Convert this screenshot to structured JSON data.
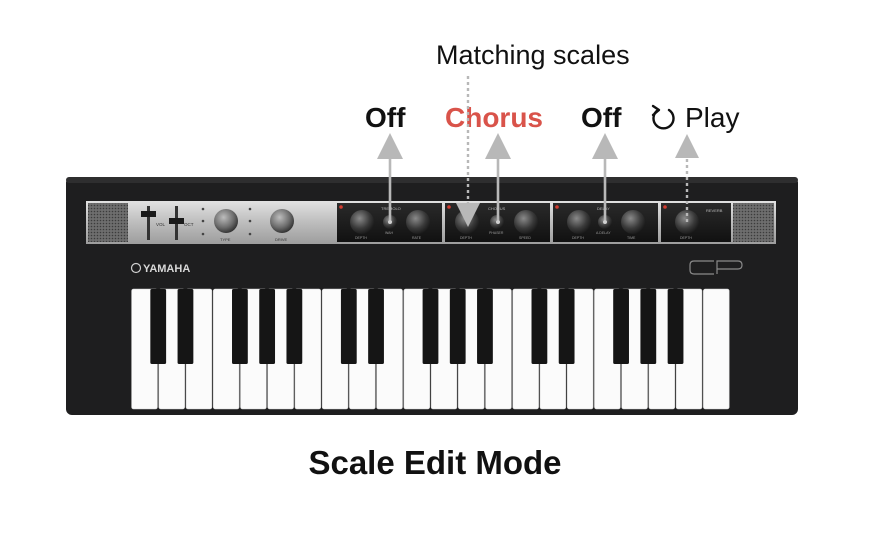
{
  "annotations": {
    "matching_scales": "Matching scales",
    "effect_labels": [
      {
        "text": "Off",
        "state": "off"
      },
      {
        "text": "Chorus",
        "state": "active"
      },
      {
        "text": "Off",
        "state": "off"
      }
    ],
    "play_label": "Play",
    "play_icon": "rotate-ccw-icon"
  },
  "instrument": {
    "brand": "YAMAHA",
    "model_logo": "CP",
    "panel_labels": {
      "tremolo": "TREMOLO",
      "chorus": "CHORUS",
      "delay": "DELAY",
      "reverb": "REVERB",
      "depth": "DEPTH",
      "wah": "WAH",
      "rate": "RATE",
      "phaser": "PHASER",
      "speed": "SPEED",
      "a_delay": "A.DELAY",
      "time": "TIME",
      "vol": "VOL",
      "oct": "OCT",
      "type": "TYPE",
      "drive": "DRIVE"
    }
  },
  "mode_title": "Scale Edit Mode",
  "colors": {
    "highlight": "#d9534a",
    "text": "#111111",
    "arrow": "#b8b8b8",
    "body": "#1e1e1f",
    "panel": "#c9c9c9"
  }
}
